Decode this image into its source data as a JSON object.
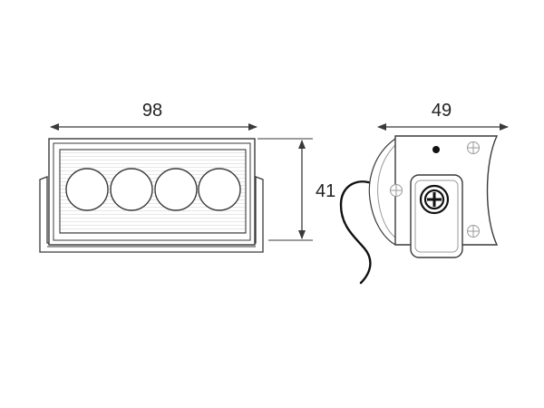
{
  "dimensions": {
    "front_width": "98",
    "front_height": "41",
    "side_depth": "49"
  },
  "colors": {
    "line": "#3a3a3a",
    "light_line": "#9a9a9a",
    "fill": "#ffffff",
    "cable": "#111111"
  },
  "lamp": {
    "lens_count": 4
  }
}
